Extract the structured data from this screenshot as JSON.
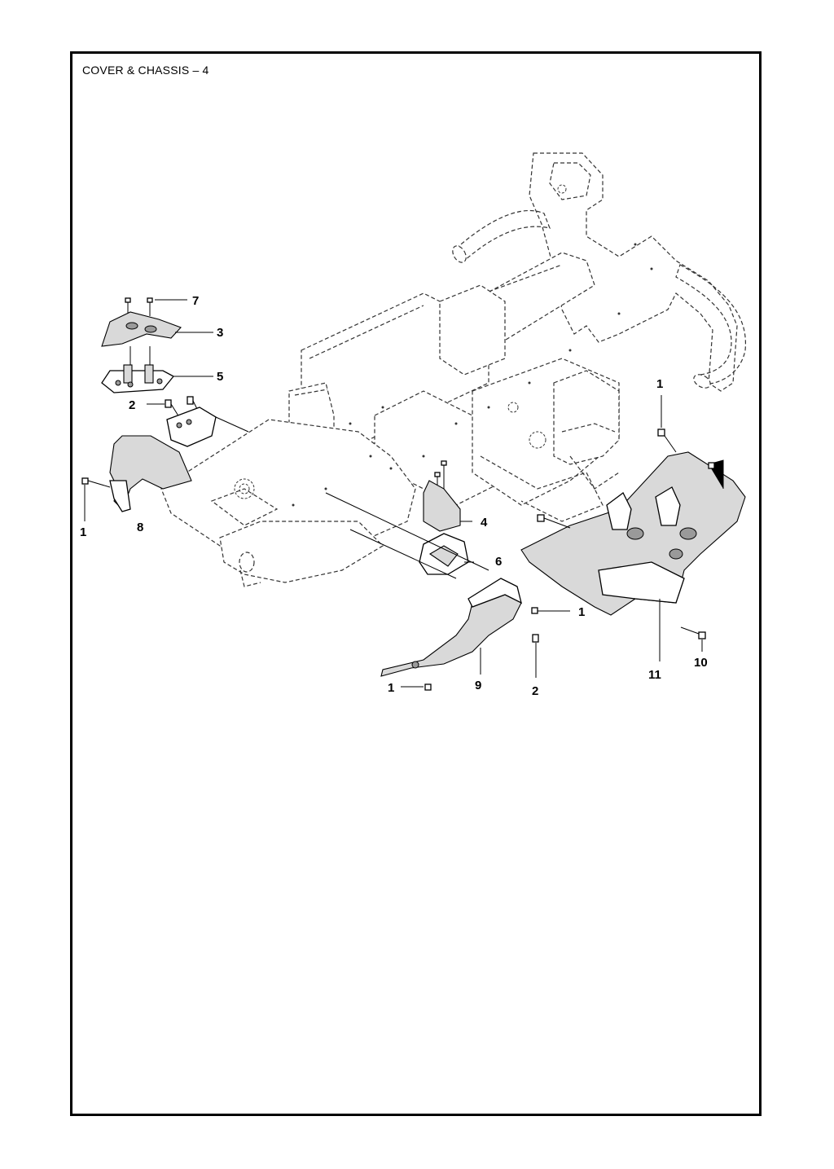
{
  "page": {
    "title": "COVER & CHASSIS – 4"
  },
  "callouts": [
    {
      "label": "7"
    },
    {
      "label": "3"
    },
    {
      "label": "5"
    },
    {
      "label": "2"
    },
    {
      "label": "1"
    },
    {
      "label": "8"
    },
    {
      "label": "4"
    },
    {
      "label": "6"
    },
    {
      "label": "1"
    },
    {
      "label": "1"
    },
    {
      "label": "9"
    },
    {
      "label": "2"
    },
    {
      "label": "1"
    },
    {
      "label": "11"
    },
    {
      "label": "10"
    }
  ]
}
